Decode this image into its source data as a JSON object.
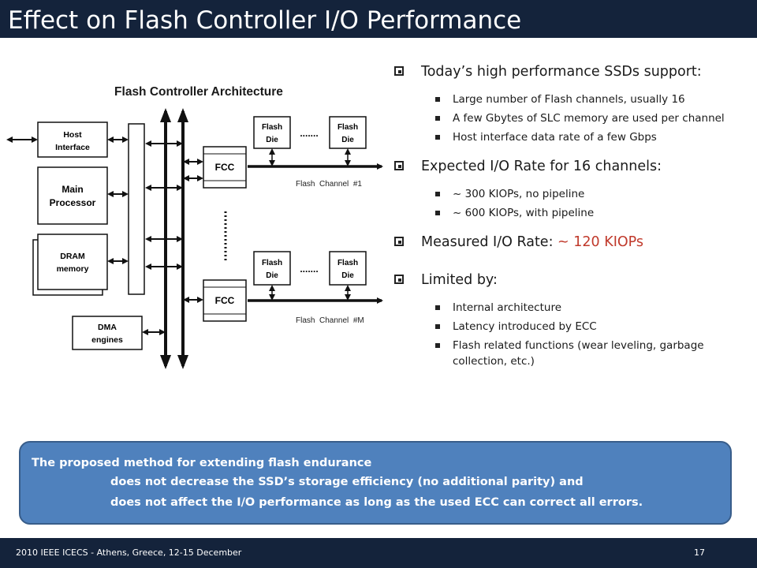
{
  "title": "Effect on Flash Controller I/O Performance",
  "diagram": {
    "title": "Flash Controller Architecture",
    "host_interface": "Host Interface",
    "host_interface_l1": "Host",
    "host_interface_l2": "Interface",
    "main_processor_l1": "Main",
    "main_processor_l2": "Processor",
    "dram_l1": "DRAM",
    "dram_l2": "memory",
    "dma_l1": "DMA",
    "dma_l2": "engines",
    "fcc": "FCC",
    "flash_die_l1": "Flash",
    "flash_die_l2": "Die",
    "ellipsis": ".......",
    "channel_1": "Flash  Channel  #1",
    "channel_m": "Flash  Channel  #M"
  },
  "bullets": [
    {
      "text": "Today’s high performance SSDs support:",
      "sub": [
        "Large number of Flash channels, usually 16",
        "A few Gbytes of SLC memory are used per channel",
        "Host interface data rate of a few Gbps"
      ]
    },
    {
      "text": "Expected I/O Rate for 16 channels:",
      "sub": [
        "~ 300 KIOPs, no pipeline",
        "~ 600 KIOPs, with pipeline"
      ]
    },
    {
      "text": "Measured I/O Rate:",
      "highlight": "~ 120 KIOPs",
      "highlight_color": "#c0392b",
      "sub": []
    },
    {
      "text": "Limited by:",
      "sub": [
        "Internal architecture",
        "Latency introduced by ECC",
        "Flash related functions (wear leveling, garbage collection, etc.)"
      ]
    }
  ],
  "callout": {
    "line1": "The proposed method for extending flash endurance",
    "line2": "does not decrease the SSD’s storage efficiency (no additional  parity) and",
    "line3": "does not affect the I/O performance as long as the used ECC can correct all errors."
  },
  "footer": {
    "text": "2010 IEEE ICECS - Athens, Greece, 12-15 December",
    "page": "17"
  },
  "colors": {
    "title_bar": "#14233b",
    "callout_fill": "#4f81bd",
    "highlight": "#c0392b"
  }
}
